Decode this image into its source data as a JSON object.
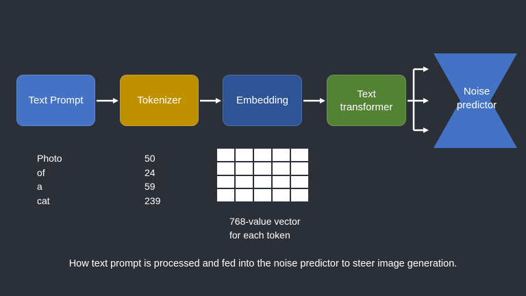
{
  "nodes": {
    "text_prompt": "Text Prompt",
    "tokenizer": "Tokenizer",
    "embedding": "Embedding",
    "transformer": [
      "Text",
      "transformer"
    ],
    "noise_predictor": [
      "Noise",
      "predictor"
    ]
  },
  "tokens": {
    "words": [
      "Photo",
      "of",
      "a",
      "cat"
    ],
    "ids": [
      "50",
      "24",
      "59",
      "239"
    ]
  },
  "embedding_caption": [
    "768-value vector",
    "for each token"
  ],
  "caption": "How text prompt is processed and fed into the noise predictor to steer image generation.",
  "colors": {
    "background": "#2b2f38",
    "text_prompt": "#4472c4",
    "tokenizer": "#bf9000",
    "embedding": "#2f5597",
    "transformer": "#548235",
    "noise_predictor": "#4472c4"
  }
}
